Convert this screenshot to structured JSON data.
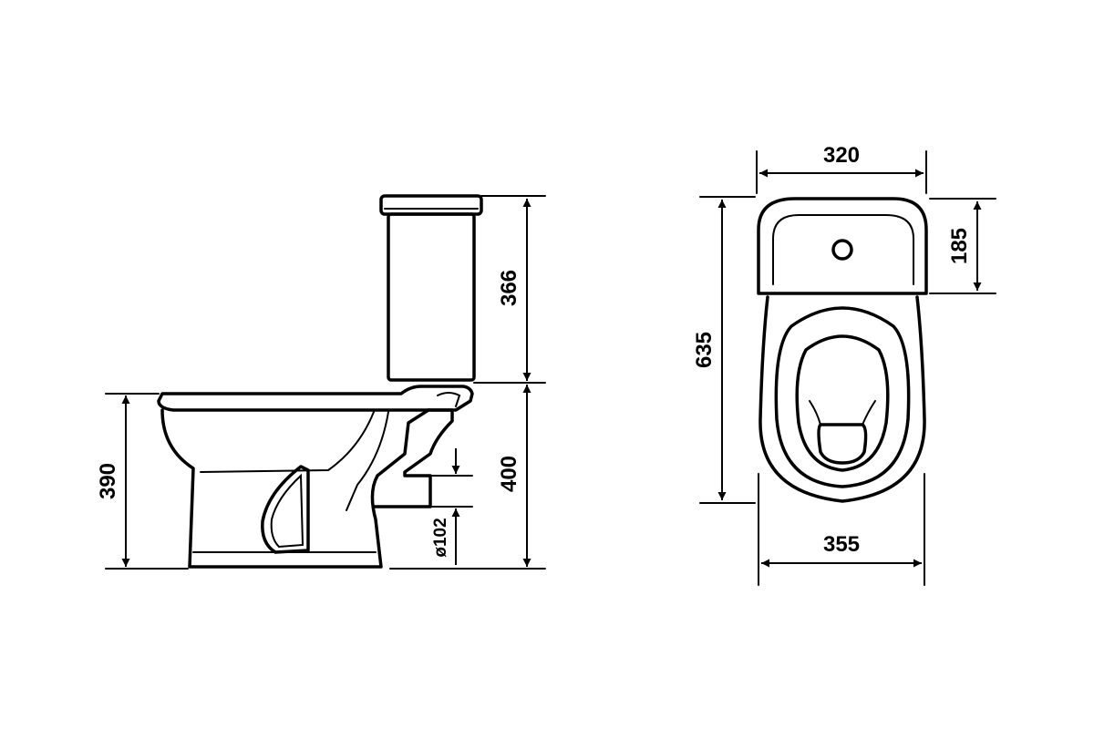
{
  "dimensions": {
    "tank_height": "366",
    "seat_height": "390",
    "pan_height": "400",
    "outlet_diameter": "ø102",
    "top_width": "320",
    "tank_depth": "185",
    "total_depth": "635",
    "base_width": "355"
  },
  "colors": {
    "line": "#000000",
    "background": "#ffffff"
  }
}
